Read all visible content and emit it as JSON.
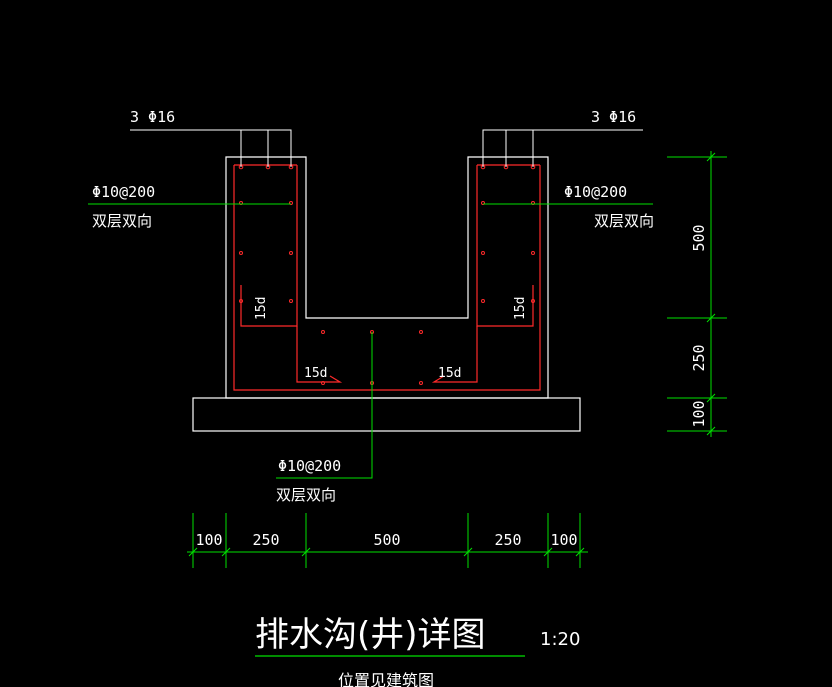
{
  "colors": {
    "background": "#000000",
    "outline": "#ffffff",
    "rebar": "#ff2a2a",
    "leader": "#00e000",
    "text": "#ffffff"
  },
  "labels": {
    "left_top_bar": "3 Φ16",
    "right_top_bar": "3 Φ16",
    "left_wall_bar": "Φ10@200",
    "left_wall_note": "双层双向",
    "right_wall_bar": "Φ10@200",
    "right_wall_note": "双层双向",
    "bottom_bar": "Φ10@200",
    "bottom_note": "双层双向",
    "anchor_left_wall": "15d",
    "anchor_right_wall": "15d",
    "anchor_left_base": "15d",
    "anchor_right_base": "15d"
  },
  "dimensions": {
    "horizontal": [
      "100",
      "250",
      "500",
      "250",
      "100"
    ],
    "vertical": [
      "500",
      "250",
      "100"
    ]
  },
  "title": {
    "main": "排水沟(井)详图",
    "scale": "1:20",
    "subtitle": "位置见建筑图"
  }
}
